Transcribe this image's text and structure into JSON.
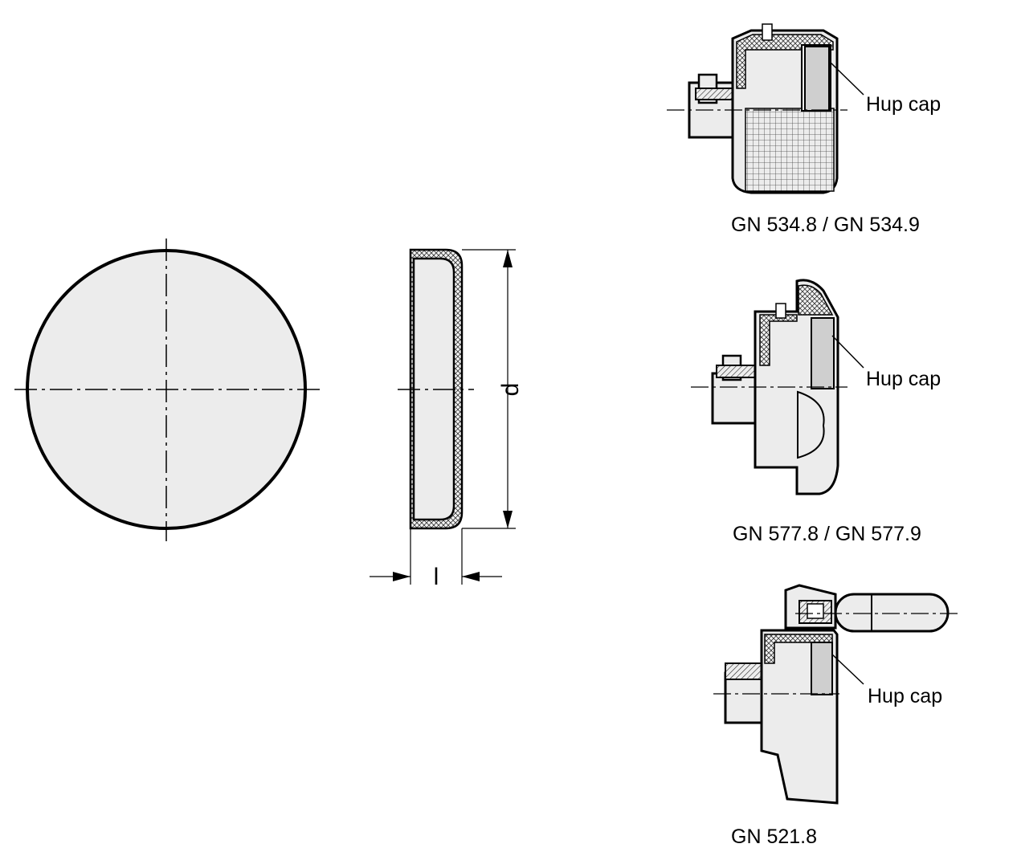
{
  "colors": {
    "line": "#000000",
    "fill": "#ececec",
    "hatch": "#555555",
    "background": "#ffffff"
  },
  "dimensions": {
    "diameter": "d",
    "length": "l"
  },
  "figures": [
    {
      "id": "gn534",
      "caption": "GN 534.8 / GN 534.9",
      "callout": "Hup cap"
    },
    {
      "id": "gn577",
      "caption": "GN 577.8 / GN 577.9",
      "callout": "Hup cap"
    },
    {
      "id": "gn521",
      "caption": "GN 521.8",
      "callout": "Hup cap"
    }
  ]
}
